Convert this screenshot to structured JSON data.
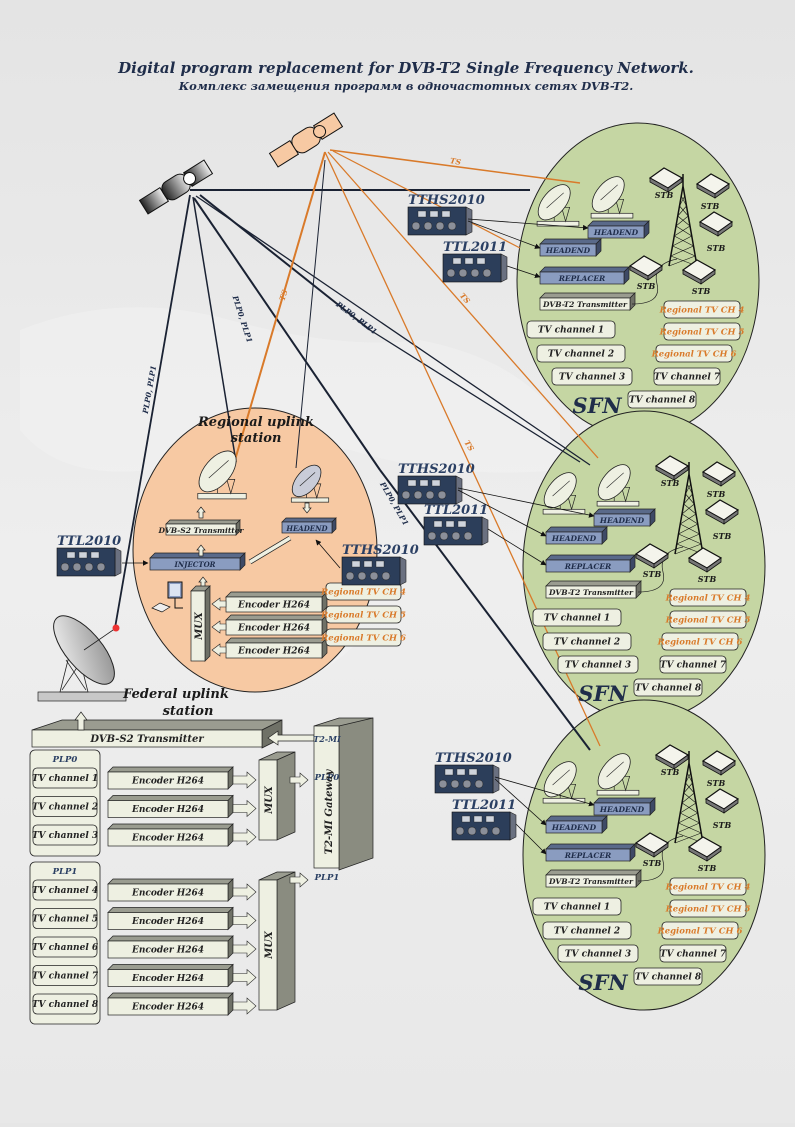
{
  "header": {
    "title": "Digital program replacement for DVB-T2 Single Frequency Network.",
    "subtitle": "Комплекс замещения программ в одночастотных сетях DVB-T2."
  },
  "colors": {
    "background": "#e6e6e6",
    "sfn_fill": "#c5d6a3",
    "regional_fill": "#f7c9a3",
    "ts_line": "#d97a2a",
    "plp_line": "#1a2233",
    "blue_box": "#8a9cc0",
    "cream_box": "#eef0e2",
    "gray_side": "#8a8c80"
  },
  "links": {
    "ts_label": "TS",
    "plp_label": "PLP0, PLP1"
  },
  "satellites": {
    "federal": {
      "icon": "satellite-icon",
      "label": ""
    },
    "regional": {
      "icon": "satellite-icon",
      "label": ""
    }
  },
  "regional_station": {
    "title_line1": "Regional uplink",
    "title_line2": "station",
    "dvbs2_transmitter": "DVB-S2 Transmitter",
    "headend": "HEADEND",
    "injector": "INJECTOR",
    "mux": "MUX",
    "encoders": [
      "Encoder H264",
      "Encoder H264",
      "Encoder H264"
    ],
    "regional_channels": [
      "Regional TV CH 4",
      "Regional TV CH 5",
      "Regional TV CH 6"
    ],
    "tths_label": "TTHS2010",
    "ttl_label": "TTL2010"
  },
  "federal_station": {
    "title_line1": "Federal uplink",
    "title_line2": "station",
    "dvbs2_transmitter": "DVB-S2 Transmitter",
    "gateway": "T2-MI Gateway",
    "gateway_ports": {
      "t2mi": "T2-MI",
      "plp0": "PLP0",
      "plp1": "PLP1"
    },
    "mux": "MUX",
    "plp0_group": {
      "label": "PLP0",
      "channels": [
        "TV channel 1",
        "TV channel 2",
        "TV channel 3"
      ],
      "encoders": [
        "Encoder H264",
        "Encoder H264",
        "Encoder H264"
      ]
    },
    "plp1_group": {
      "label": "PLP1",
      "channels": [
        "TV channel 4",
        "TV channel 5",
        "TV channel 6",
        "TV channel 7",
        "TV channel 8"
      ],
      "encoders": [
        "Encoder H264",
        "Encoder H264",
        "Encoder H264",
        "Encoder H264",
        "Encoder H264"
      ]
    }
  },
  "sfn_cells": [
    {
      "label": "SFN",
      "tths_label": "TTHS2010",
      "ttl_label": "TTL2011",
      "headend_top": "HEADEND",
      "headend": "HEADEND",
      "replacer": "REPLACER",
      "dvbt2_transmitter": "DVB-T2 Transmitter",
      "stb_labels": [
        "STB",
        "STB",
        "STB",
        "STB",
        "STB"
      ],
      "channels": [
        "TV channel 1",
        "TV channel 2",
        "TV channel 3",
        "TV channel 7",
        "TV channel 8"
      ],
      "regional_channels": [
        "Regional TV CH 4",
        "Regional TV CH 5",
        "Regional TV CH 6"
      ]
    },
    {
      "label": "SFN",
      "tths_label": "TTHS2010",
      "ttl_label": "TTL2011",
      "headend_top": "HEADEND",
      "headend": "HEADEND",
      "replacer": "REPLACER",
      "dvbt2_transmitter": "DVB-T2 Transmitter",
      "stb_labels": [
        "STB",
        "STB",
        "STB",
        "STB",
        "STB"
      ],
      "channels": [
        "TV channel 1",
        "TV channel 2",
        "TV channel 3",
        "TV channel 7",
        "TV channel 8"
      ],
      "regional_channels": [
        "Regional TV CH 4",
        "Regional TV CH 5",
        "Regional TV CH 6"
      ]
    },
    {
      "label": "SFN",
      "tths_label": "TTHS2010",
      "ttl_label": "TTL2011",
      "headend_top": "HEADEND",
      "headend": "HEADEND",
      "replacer": "REPLACER",
      "dvbt2_transmitter": "DVB-T2 Transmitter",
      "stb_labels": [
        "STB",
        "STB",
        "STB",
        "STB",
        "STB"
      ],
      "channels": [
        "TV channel 1",
        "TV channel 2",
        "TV channel 3",
        "TV channel 7",
        "TV channel 8"
      ],
      "regional_channels": [
        "Regional TV CH 4",
        "Regional TV CH 5",
        "Regional TV CH 6"
      ]
    }
  ]
}
